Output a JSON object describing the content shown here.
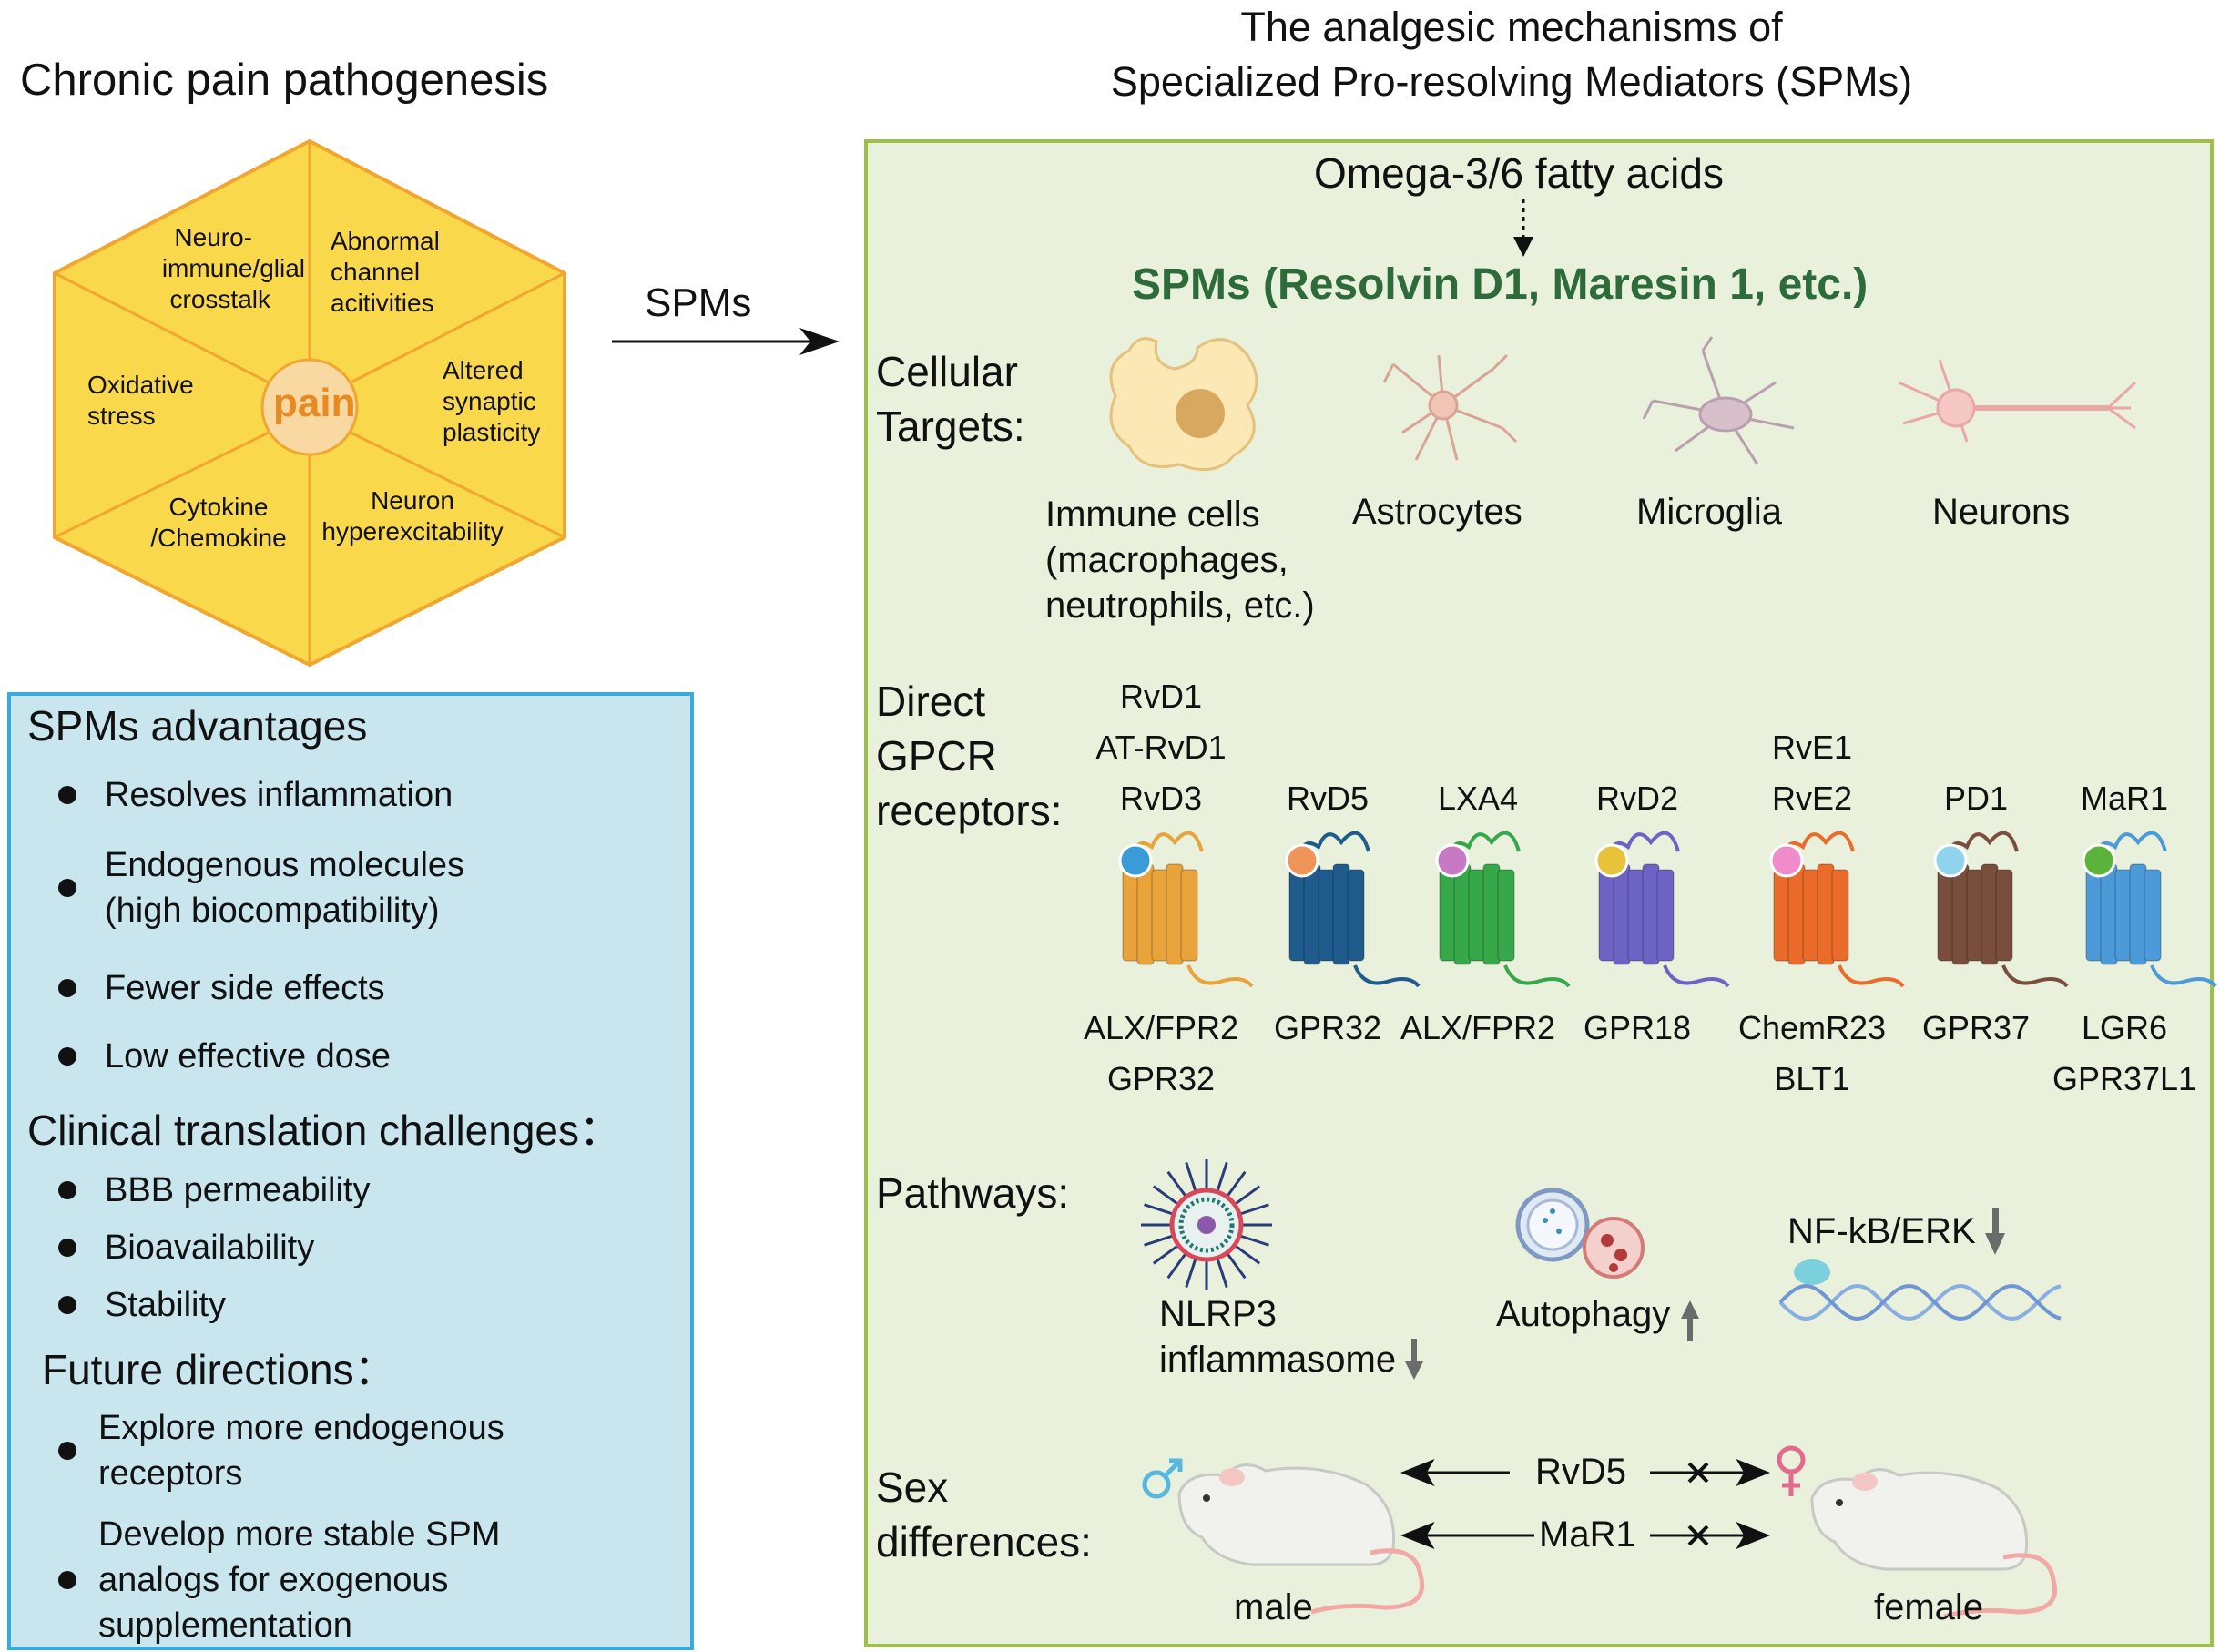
{
  "left": {
    "title": "Chronic pain pathogenesis",
    "center": "pain",
    "segments": [
      {
        "lines": [
          "Neuro-",
          "immune/glial",
          "crosstalk"
        ]
      },
      {
        "lines": [
          "Abnormal",
          "channel",
          "acitivities"
        ]
      },
      {
        "lines": [
          "Altered",
          "synaptic",
          "plasticity"
        ]
      },
      {
        "lines": [
          "Neuron",
          "hyperexcitability"
        ]
      },
      {
        "lines": [
          "Cytokine",
          "/Chemokine"
        ]
      },
      {
        "lines": [
          "Oxidative",
          "stress"
        ]
      }
    ],
    "arrow_label": "SPMs"
  },
  "advantages": {
    "title": "SPMs advantages",
    "items": [
      {
        "lines": [
          "Resolves inflammation"
        ]
      },
      {
        "lines": [
          "Endogenous molecules",
          "(high biocompatibility)"
        ]
      },
      {
        "lines": [
          "Fewer side effects"
        ]
      },
      {
        "lines": [
          "Low effective dose"
        ]
      }
    ],
    "challenges_title": "Clinical translation challenges：",
    "challenges": [
      "BBB permeability",
      "Bioavailability",
      "Stability"
    ],
    "future_title": "Future directions：",
    "future": [
      {
        "lines": [
          "Explore more endogenous",
          "receptors"
        ]
      },
      {
        "lines": [
          "Develop more stable SPM",
          "analogs for exogenous",
          "supplementation"
        ]
      }
    ]
  },
  "right": {
    "title_line1": "The analgesic mechanisms of",
    "title_line2": "Specialized Pro-resolving Mediators (SPMs)",
    "omega": "Omega-3/6 fatty acids",
    "spms": "SPMs (Resolvin D1, Maresin 1, etc.)",
    "cellular_title": [
      "Cellular",
      "Targets:"
    ],
    "cells": [
      {
        "lines": [
          "Immune cells",
          "(macrophages,",
          "neutrophils, etc.)"
        ],
        "icon": "immune-cell-icon"
      },
      {
        "lines": [
          "Astrocytes"
        ],
        "icon": "astrocyte-icon"
      },
      {
        "lines": [
          "Microglia"
        ],
        "icon": "microglia-icon"
      },
      {
        "lines": [
          "Neurons"
        ],
        "icon": "neuron-icon"
      }
    ],
    "gpcr_title": [
      "Direct",
      "GPCR",
      "receptors:"
    ],
    "receptors": [
      {
        "ligands": [
          "RvD1",
          "AT-RvD1",
          "RvD3"
        ],
        "names": [
          "ALX/FPR2",
          "GPR32"
        ],
        "color": "#e8a33a",
        "ball": "#3a9bd9"
      },
      {
        "ligands": [
          "RvD5"
        ],
        "names": [
          "GPR32"
        ],
        "color": "#1f5b8c",
        "ball": "#f0955a"
      },
      {
        "ligands": [
          "LXA4"
        ],
        "names": [
          "ALX/FPR2"
        ],
        "color": "#37a84a",
        "ball": "#c879c4"
      },
      {
        "ligands": [
          "RvD2"
        ],
        "names": [
          "GPR18"
        ],
        "color": "#6c63c4",
        "ball": "#e8c33a"
      },
      {
        "ligands": [
          "RvE1",
          "RvE2"
        ],
        "names": [
          "ChemR23",
          "BLT1"
        ],
        "color": "#ea6b2a",
        "ball": "#f08ccc"
      },
      {
        "ligands": [
          "PD1"
        ],
        "names": [
          "GPR37"
        ],
        "color": "#7a4e3c",
        "ball": "#8fd4ec"
      },
      {
        "ligands": [
          "MaR1"
        ],
        "names": [
          "LGR6",
          "GPR37L1"
        ],
        "color": "#4c9bd8",
        "ball": "#5bb33a"
      }
    ],
    "pathways_title": "Pathways:",
    "pathways": {
      "nlrp3": [
        "NLRP3",
        "inflammasome"
      ],
      "autophagy": "Autophagy",
      "nfkb": "NF-kB/ERK"
    },
    "sex_title": [
      "Sex",
      "differences:"
    ],
    "sex_rows": [
      "RvD5",
      "MaR1"
    ],
    "male": "male",
    "female": "female"
  },
  "colors": {
    "hex_fill": "#f9d84c",
    "hex_stroke": "#f0a630",
    "center_fill": "#fad8a2",
    "pain_text": "#e88a22",
    "adv_bg": "#c9e6ee",
    "adv_border": "#3aa9dc",
    "right_bg": "#e9f1dd",
    "right_border": "#9bc149",
    "spms_green": "#2e6b3a"
  }
}
